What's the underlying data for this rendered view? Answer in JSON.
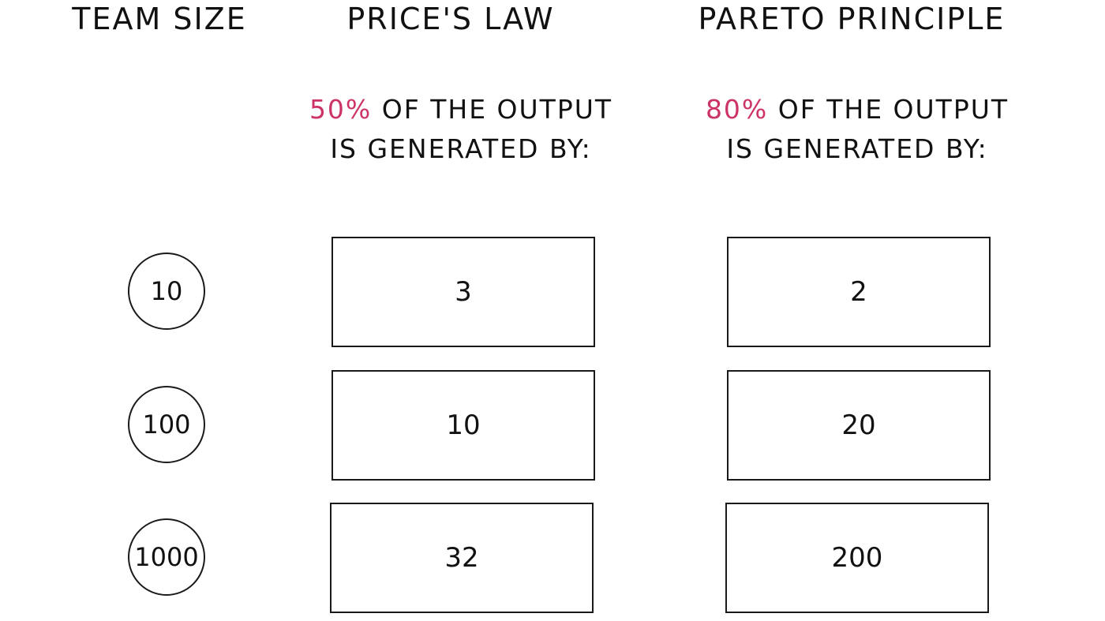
{
  "headers": {
    "team_size": "TEAM SIZE",
    "price_law": "PRICE'S LAW",
    "pareto": "PARETO PRINCIPLE"
  },
  "price_desc": {
    "percent": "50%",
    "line1_rest": " OF THE OUTPUT",
    "line2": "IS GENERATED BY:"
  },
  "pareto_desc": {
    "percent": "80%",
    "line1_rest": " OF THE OUTPUT",
    "line2": "IS GENERATED BY:"
  },
  "team_sizes": [
    "10",
    "100",
    "1000"
  ],
  "price_values": [
    "3",
    "10",
    "32"
  ],
  "pareto_values": [
    "2",
    "20",
    "200"
  ],
  "colors": {
    "accent": "#cc3366",
    "ink": "#111111"
  }
}
